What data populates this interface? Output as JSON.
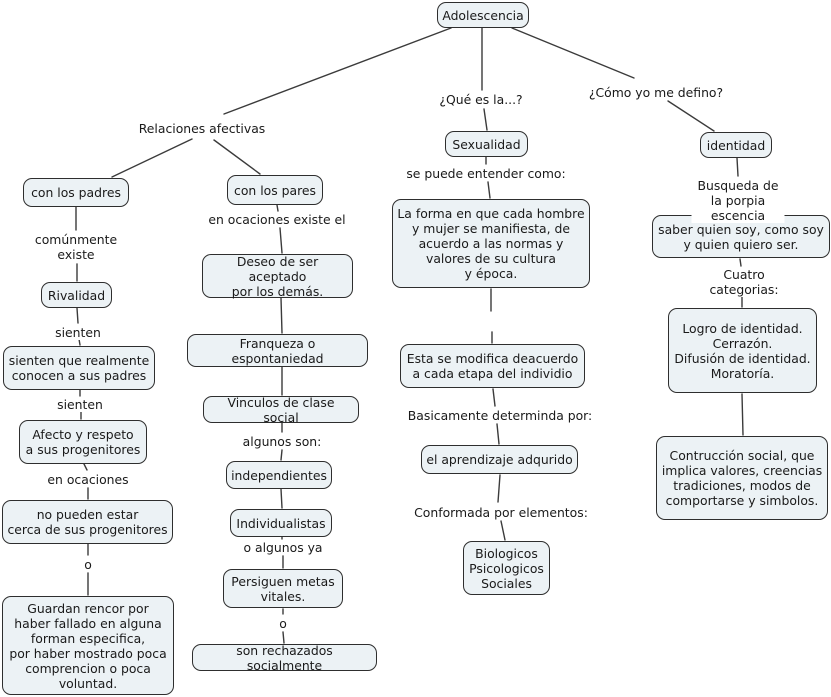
{
  "map": {
    "topic": "Adolescencia",
    "type": "concept-map"
  },
  "colors": {
    "background": "#ffffff",
    "node_fill": "#ecf2f5",
    "node_border": "#2e2e2e",
    "line": "#3b3b3b",
    "text": "#1a1a1a"
  },
  "concepts": {
    "adolescencia": "Adolescencia",
    "con_los_padres": "con los padres",
    "con_los_pares": "con los pares",
    "sexualidad": "Sexualidad",
    "identidad": "identidad",
    "rivalidad": "Rivalidad",
    "sienten_conocen": "sienten que realmente\nconocen a sus padres",
    "afecto_respeto": "Afecto y respeto\na sus progenitores",
    "no_pueden_estar": "no pueden estar\ncerca de sus progenitores",
    "guardan_rencor": "Guardan rencor por\nhaber fallado en alguna\nforman especifica,\npor haber mostrado poca\ncomprencion o poca\nvoluntad.",
    "deseo_aceptado": "Deseo de ser aceptado\npor los demás.",
    "franqueza": "Franqueza o espontaniedad",
    "vinculos": "Vinculos de clase social",
    "independientes": "independientes",
    "individualistas": "Individualistas",
    "persiguen_metas": "Persiguen metas\nvitales.",
    "son_rechazados": "son rechazados socialmente",
    "la_forma": "La forma en que cada hombre\ny mujer se manifiesta, de\nacuerdo a las normas y\nvalores de su cultura\ny época.",
    "esta_se_modifica": "Esta se modifica deacuerdo\na cada etapa del individio",
    "el_aprendizaje": "el aprendizaje adqurido",
    "elementos": "Biologicos\nPsicologicos\nSociales",
    "saber_quien_soy": "saber quien soy, como soy\ny quien quiero ser.",
    "categorias_lista": "Logro de identidad.\nCerrazón.\nDifusión de identidad.\nMoratoría.",
    "contruccion_social": "Contrucción social, que\nimplica valores, creencias\ntradiciones, modos de\ncomportarse y simbolos."
  },
  "linking_phrases": {
    "relaciones_afectivas": "Relaciones afectivas",
    "que_es_la": "¿Qué es la...?",
    "como_yo_me_defino": "¿Cómo yo me defino?",
    "comunmente_existe": "comúnmente\nexiste",
    "sienten_1": "sienten",
    "sienten_2": "sienten",
    "en_ocaciones": "en ocaciones",
    "o_1": "o",
    "en_ocaciones_existe_el": "en ocaciones existe el",
    "algunos_son": "algunos son:",
    "o_algunos_ya": "o algunos ya",
    "o_2": "o",
    "se_puede_entender": "se puede entender como:",
    "basicamente_determinda": "Basicamente determinda por:",
    "conformada_por": "Conformada por elementos:",
    "busqueda_escencia": "Busqueda de la porpia\nescencia",
    "cuatro_categorias": "Cuatro categorias:"
  }
}
